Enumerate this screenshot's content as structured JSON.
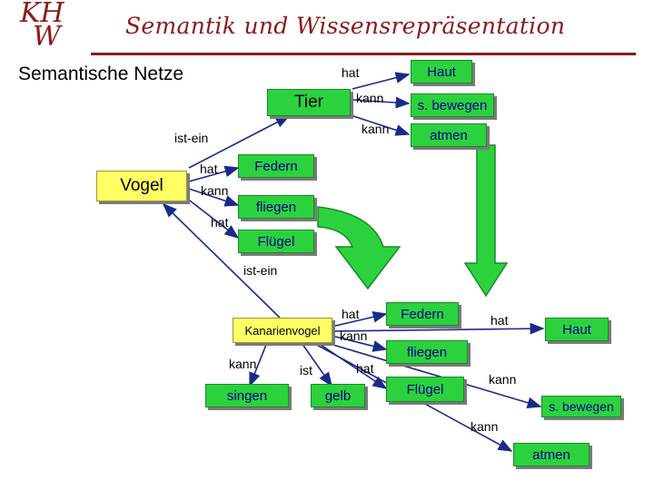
{
  "header": {
    "logo_line1": "KH",
    "logo_line2": "W",
    "title": "Semantik und Wissensrepräsentation"
  },
  "page_title": "Semantische Netze",
  "nodes": {
    "haut_top": "Haut",
    "tier": "Tier",
    "s_bewegen_top": "s. bewegen",
    "atmen_top": "atmen",
    "vogel": "Vogel",
    "federn_top": "Federn",
    "fliegen_top": "fliegen",
    "fluegel_top": "Flügel",
    "kanarienvogel": "Kanarienvogel",
    "singen": "singen",
    "gelb": "gelb",
    "federn_bottom": "Federn",
    "fliegen_bottom": "fliegen",
    "fluegel_bottom": "Flügel",
    "haut_bottom": "Haut",
    "s_bewegen_bottom": "s. bewegen",
    "atmen_bottom": "atmen"
  },
  "labels": {
    "tier_hat": "hat",
    "tier_kann1": "kann",
    "tier_kann2": "kann",
    "ist_ein_top": "ist-ein",
    "vogel_hat1": "hat",
    "vogel_kann": "kann",
    "vogel_hat2": "hat",
    "ist_ein_mid": "ist-ein",
    "kan_hat1": "hat",
    "kan_kann1": "kann",
    "kan_kann2": "kann",
    "kan_ist": "ist",
    "kan_hat2": "hat",
    "kan_hat3": "hat",
    "kan_kann3": "kann",
    "kan_kann4": "kann"
  },
  "colors": {
    "node_fill": "#2bd23e",
    "node_text": "#00008b",
    "key_node_fill": "#ffff66",
    "edge_color": "#1a2a8a",
    "header_color": "#8b1a1a"
  },
  "icons": [
    "curved-arrow-icon",
    "down-arrow-icon"
  ]
}
